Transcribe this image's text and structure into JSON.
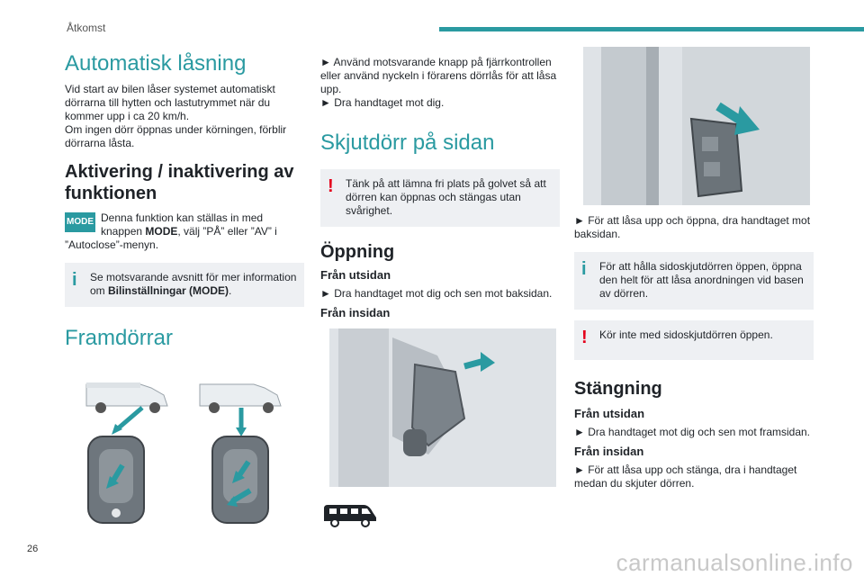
{
  "header": {
    "section": "Åtkomst"
  },
  "page_number": "26",
  "watermark": "carmanualsonline.info",
  "col1": {
    "auto_lock_title": "Automatisk låsning",
    "auto_lock_p1": "Vid start av bilen låser systemet automatiskt dörrarna till hytten och lastutrymmet när du kommer upp i ca 20 km/h.",
    "auto_lock_p2": "Om ingen dörr öppnas under körningen, förblir dörrarna låsta.",
    "activation_title": "Aktivering / inaktivering av funktionen",
    "mode_badge": "MODE",
    "activation_text_a": "Denna funktion kan ställas in med knappen ",
    "activation_text_mode": "MODE",
    "activation_text_b": ", välj ”PÅ” eller ”AV” i ”Autoclose”-menyn.",
    "info1_a": "Se motsvarande avsnitt för mer information om ",
    "info1_b": "Bilinställningar (MODE)",
    "info1_c": ".",
    "front_doors_title": "Framdörrar"
  },
  "col2": {
    "p1": "► Använd motsvarande knapp på fjärrkontrollen eller använd nyckeln i förarens dörrlås för att låsa upp.",
    "p2": "► Dra handtaget mot dig.",
    "sliding_title": "Skjutdörr på sidan",
    "warn1": "Tänk på att lämna fri plats på golvet så att dörren kan öppnas och stängas utan svårighet.",
    "opening_title": "Öppning",
    "outside_label": "Från utsidan",
    "outside_text": "► Dra handtaget mot dig och sen mot baksidan.",
    "inside_label": "Från insidan"
  },
  "col3": {
    "p1": "► För att låsa upp och öppna, dra handtaget mot baksidan.",
    "info2": "För att hålla sidoskjutdörren öppen, öppna den helt för att låsa anordningen vid basen av dörren.",
    "warn2": "Kör inte med sidoskjutdörren öppen.",
    "closing_title": "Stängning",
    "outside_label": "Från utsidan",
    "outside_text": "► Dra handtaget mot dig och sen mot framsidan.",
    "inside_label": "Från insidan",
    "inside_text": "► För att låsa upp och stänga, dra i handtaget medan du skjuter dörren."
  },
  "colors": {
    "accent": "#2a9aa1",
    "warning": "#e4001b",
    "box_bg": "#eef0f3"
  }
}
